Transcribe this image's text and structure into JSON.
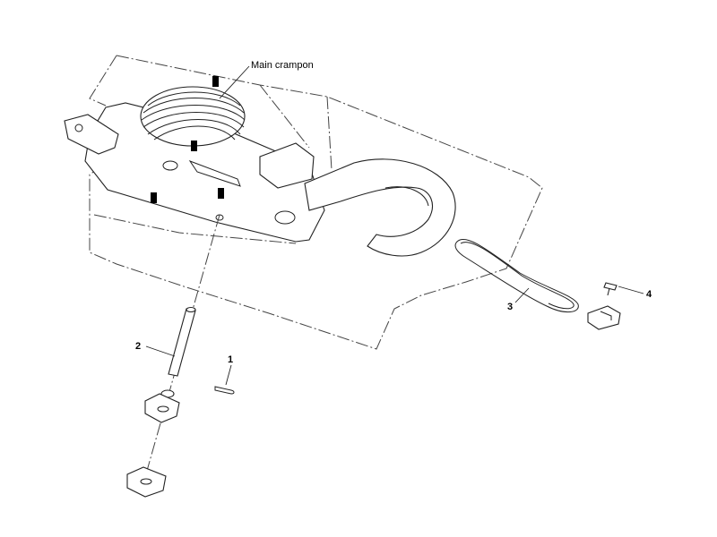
{
  "callouts": {
    "main": {
      "label": "Main crampon"
    },
    "part1": {
      "label": "1"
    },
    "part2": {
      "label": "2"
    },
    "part3": {
      "label": "3"
    },
    "part4": {
      "label": "4"
    }
  },
  "colors": {
    "line": "#222222",
    "background": "#ffffff"
  }
}
